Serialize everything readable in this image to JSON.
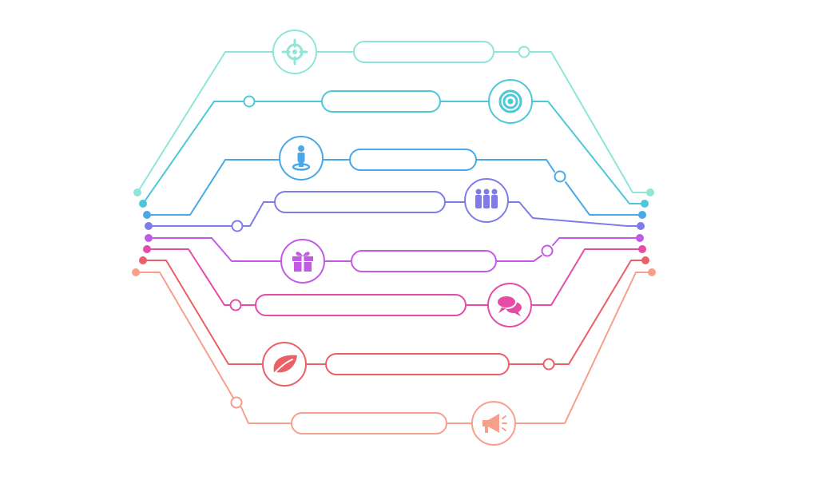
{
  "diagram": {
    "lines": [
      {
        "id": "line-1",
        "color": "#8ee6d8",
        "icon": "crosshair-icon"
      },
      {
        "id": "line-2",
        "color": "#4cc8d8",
        "icon": "target-icon"
      },
      {
        "id": "line-3",
        "color": "#4aa8e8",
        "icon": "person-location-icon"
      },
      {
        "id": "line-4",
        "color": "#7f7ce8",
        "icon": "people-group-icon"
      },
      {
        "id": "line-5",
        "color": "#c35ae6",
        "icon": "gift-icon"
      },
      {
        "id": "line-6",
        "color": "#e54ca6",
        "icon": "chat-bubbles-icon"
      },
      {
        "id": "line-7",
        "color": "#ea6066",
        "icon": "leaf-icon"
      },
      {
        "id": "line-8",
        "color": "#f6a08c",
        "icon": "megaphone-icon"
      }
    ]
  }
}
